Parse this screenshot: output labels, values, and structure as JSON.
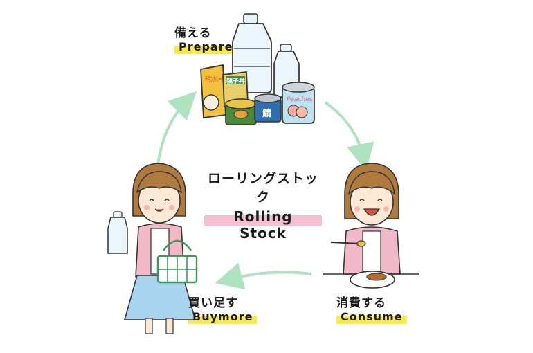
{
  "title": {
    "jp": "ローリングストック",
    "en": "Rolling Stock"
  },
  "steps": [
    {
      "jp": "備える",
      "en": "Prepare"
    },
    {
      "jp": "消費する",
      "en": "Consume"
    },
    {
      "jp": "買い足す",
      "en": "Buymore"
    }
  ],
  "products": {
    "curry_box": "チキンカレー",
    "oyako_box": "親子丼",
    "saba_can": "鯖",
    "peach_can": "Peaches"
  },
  "colors": {
    "arrow": "#aee3c0",
    "prepare_highlight": "#f7e94a",
    "title_highlight": "#f6bfd0",
    "hair": "#b07a3e",
    "cardigan": "#f2b9c8",
    "skirt": "#a9d4ef",
    "basket": "#3a9a5a"
  }
}
